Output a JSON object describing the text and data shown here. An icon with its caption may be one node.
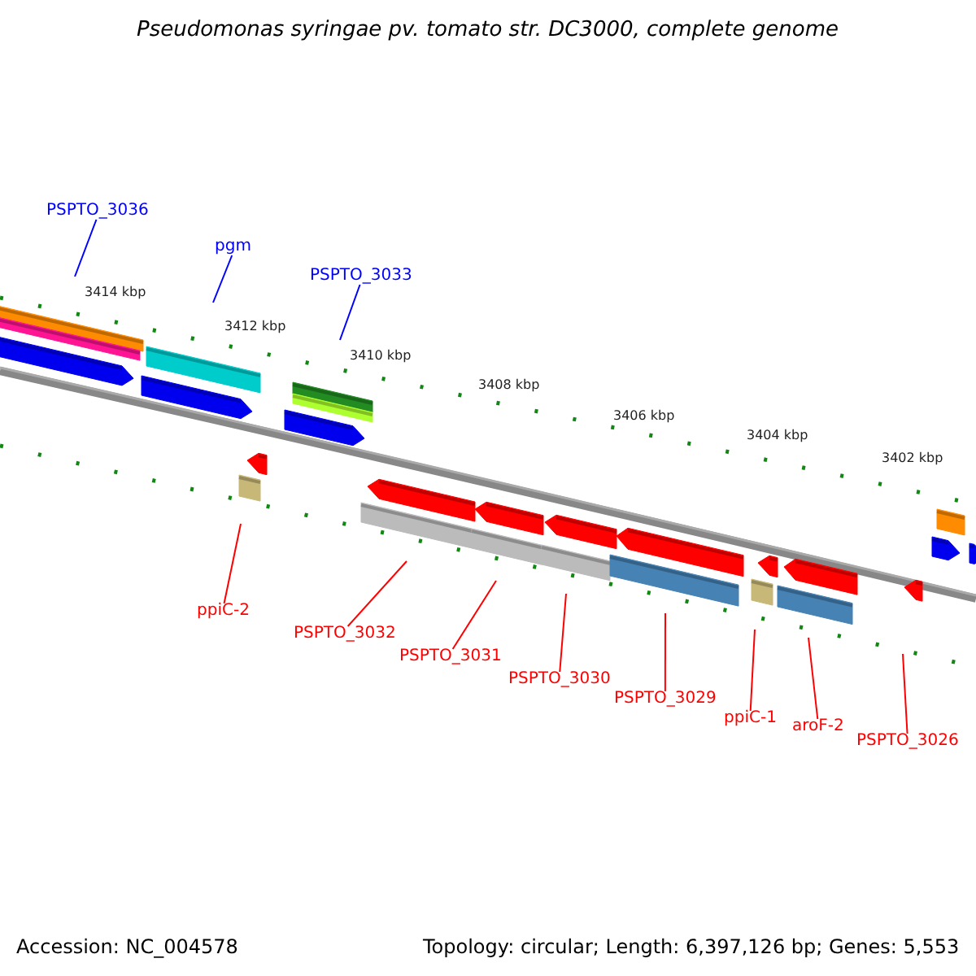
{
  "diagram": {
    "title": "Pseudomonas syringae pv. tomato str. DC3000, complete genome",
    "nodes": [
      {
        "text": [
          "PSPTO_3036"
        ]
      },
      {
        "text": [
          "pgm"
        ]
      },
      {
        "text": [
          "PSPTO_3033"
        ]
      },
      {
        "text": [
          "ppiC-2"
        ]
      },
      {
        "text": [
          "PSPTO_3032"
        ]
      },
      {
        "text": [
          "PSPTO_3031"
        ]
      },
      {
        "text": [
          "PSPTO_3030"
        ]
      },
      {
        "text": [
          "PSPTO_3029"
        ]
      },
      {
        "text": [
          "ppiC-1"
        ]
      },
      {
        "text": [
          "aroF-2"
        ]
      },
      {
        "text": [
          "PSPTO_3026"
        ]
      }
    ],
    "edges": [
      {
        "from": 0,
        "to": null,
        "arrow": "none",
        "color": "#0000ff"
      },
      {
        "from": 1,
        "to": null,
        "arrow": "none",
        "color": "#0000ff"
      },
      {
        "from": 2,
        "to": null,
        "arrow": "none",
        "color": "#0000ff"
      },
      {
        "from": 3,
        "to": null,
        "arrow": "none"
      },
      {
        "from": 4,
        "to": null,
        "arrow": "none"
      },
      {
        "from": 5,
        "to": null,
        "arrow": "none"
      },
      {
        "from": 6,
        "to": null,
        "arrow": "none"
      },
      {
        "from": 7,
        "to": null,
        "arrow": "none"
      },
      {
        "from": 8,
        "to": null,
        "arrow": "none"
      },
      {
        "from": 9,
        "to": null,
        "arrow": "none"
      },
      {
        "from": 10,
        "to": null,
        "arrow": "none"
      }
    ],
    "labels": [
      "3414 kbp",
      "3412 kbp",
      "3410 kbp",
      "3408 kbp",
      "3406 kbp",
      "3404 kbp",
      "3402 kbp",
      "Accession: NC_004578",
      "Topology: circular; Length: 6,397,126 bp; Genes: 5,553"
    ]
  }
}
